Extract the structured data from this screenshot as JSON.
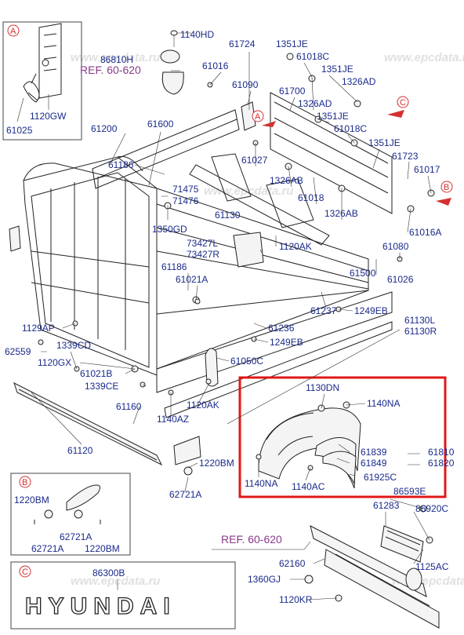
{
  "watermark": "www.epcdata.ru",
  "brand_emblem_text": "HYUNDAI",
  "refs": [
    "REF. 60-620",
    "REF. 60-620"
  ],
  "insets": [
    {
      "letter": "A",
      "labels": [
        "1120GW",
        "61025"
      ]
    },
    {
      "letter": "B",
      "labels": [
        "1220BM",
        "62721A",
        "62721A",
        "1220BM"
      ]
    },
    {
      "letter": "C",
      "labels": [
        "86300B"
      ]
    }
  ],
  "callout_letters": [
    "A",
    "B",
    "C"
  ],
  "labels": [
    "1140HD",
    "86810H",
    "61724",
    "1351JE",
    "61018C",
    "1351JE",
    "1326AD",
    "61016",
    "61090",
    "61700",
    "1326AD",
    "1351JE",
    "61018C",
    "1351JE",
    "61200",
    "61600",
    "61186",
    "61027",
    "61723",
    "61017",
    "71475",
    "71476",
    "1326AB",
    "61018",
    "1326AB",
    "61130",
    "1350GD",
    "73427L",
    "73427R",
    "1120AK",
    "61016A",
    "61080",
    "61186",
    "61021A",
    "61500",
    "61026",
    "61237",
    "1249EB",
    "1129AP",
    "61236",
    "61130L",
    "61130R",
    "1249EB",
    "1339CD",
    "62559",
    "1120GX",
    "61050C",
    "61021B",
    "1339CE",
    "1130DN",
    "1140NA",
    "61160",
    "1120AK",
    "1140AZ",
    "61839",
    "61810",
    "61849",
    "61820",
    "61925C",
    "61120",
    "1220BM",
    "1140NA",
    "1140AC",
    "62721A",
    "86593E",
    "61283",
    "86920C",
    "1125AC",
    "62160",
    "1360GJ",
    "1120KR"
  ]
}
